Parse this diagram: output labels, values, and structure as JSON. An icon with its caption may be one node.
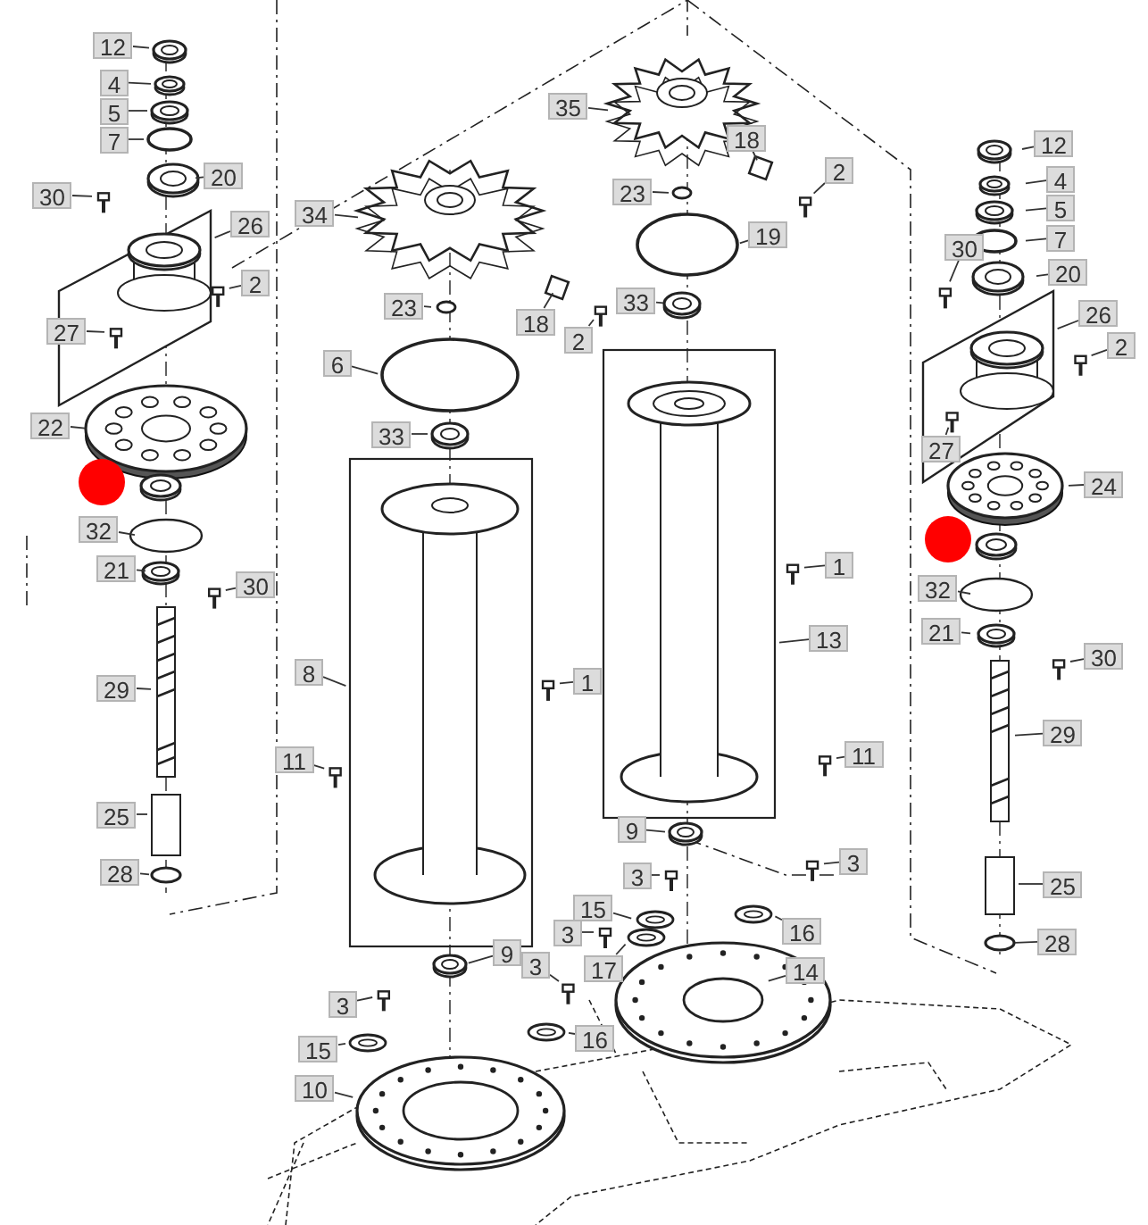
{
  "diagram": {
    "nodes": [
      {
        "text": [
          "12"
        ]
      },
      {
        "text": [
          "4"
        ]
      },
      {
        "text": [
          "5"
        ]
      },
      {
        "text": [
          "7"
        ]
      },
      {
        "text": [
          "30"
        ]
      },
      {
        "text": [
          "20"
        ]
      },
      {
        "text": [
          "26"
        ]
      },
      {
        "text": [
          "2"
        ]
      },
      {
        "text": [
          "27"
        ]
      },
      {
        "text": [
          "22"
        ]
      },
      {
        "text": [
          "32"
        ]
      },
      {
        "text": [
          "21"
        ]
      },
      {
        "text": [
          "30"
        ]
      },
      {
        "text": [
          "29"
        ]
      },
      {
        "text": [
          "25"
        ]
      },
      {
        "text": [
          "28"
        ]
      },
      {
        "text": [
          "35"
        ]
      },
      {
        "text": [
          "18"
        ]
      },
      {
        "text": [
          "2"
        ]
      },
      {
        "text": [
          "23"
        ]
      },
      {
        "text": [
          "19"
        ]
      },
      {
        "text": [
          "34"
        ]
      },
      {
        "text": [
          "23"
        ]
      },
      {
        "text": [
          "18"
        ]
      },
      {
        "text": [
          "2"
        ]
      },
      {
        "text": [
          "33"
        ]
      },
      {
        "text": [
          "6"
        ]
      },
      {
        "text": [
          "33"
        ]
      },
      {
        "text": [
          "1"
        ]
      },
      {
        "text": [
          "13"
        ]
      },
      {
        "text": [
          "8"
        ]
      },
      {
        "text": [
          "1"
        ]
      },
      {
        "text": [
          "11"
        ]
      },
      {
        "text": [
          "11"
        ]
      },
      {
        "text": [
          "9"
        ]
      },
      {
        "text": [
          "3"
        ]
      },
      {
        "text": [
          "3"
        ]
      },
      {
        "text": [
          "15"
        ]
      },
      {
        "text": [
          "3"
        ]
      },
      {
        "text": [
          "16"
        ]
      },
      {
        "text": [
          "3"
        ]
      },
      {
        "text": [
          "17"
        ]
      },
      {
        "text": [
          "14"
        ]
      },
      {
        "text": [
          "9"
        ]
      },
      {
        "text": [
          "3"
        ]
      },
      {
        "text": [
          "15"
        ]
      },
      {
        "text": [
          "16"
        ]
      },
      {
        "text": [
          "10"
        ]
      },
      {
        "text": [
          "12"
        ]
      },
      {
        "text": [
          "4"
        ]
      },
      {
        "text": [
          "5"
        ]
      },
      {
        "text": [
          "7"
        ]
      },
      {
        "text": [
          "30"
        ]
      },
      {
        "text": [
          "20"
        ]
      },
      {
        "text": [
          "26"
        ]
      },
      {
        "text": [
          "2"
        ]
      },
      {
        "text": [
          "27"
        ]
      },
      {
        "text": [
          "24"
        ]
      },
      {
        "text": [
          "32"
        ]
      },
      {
        "text": [
          "21"
        ]
      },
      {
        "text": [
          "30"
        ]
      },
      {
        "text": [
          "29"
        ]
      },
      {
        "text": [
          "25"
        ]
      },
      {
        "text": [
          "28"
        ]
      }
    ],
    "edges": [
      {
        "from": 0,
        "to": null,
        "arrow": "none"
      },
      {
        "from": 1,
        "to": null,
        "arrow": "none"
      },
      {
        "from": 2,
        "to": null,
        "arrow": "none"
      },
      {
        "from": 3,
        "to": null,
        "arrow": "none"
      },
      {
        "from": 4,
        "to": null,
        "arrow": "none"
      },
      {
        "from": 5,
        "to": null,
        "arrow": "none"
      },
      {
        "from": 6,
        "to": null,
        "arrow": "none"
      },
      {
        "from": 7,
        "to": null,
        "arrow": "none"
      },
      {
        "from": 8,
        "to": null,
        "arrow": "none"
      },
      {
        "from": 9,
        "to": null,
        "arrow": "none"
      },
      {
        "from": 10,
        "to": null,
        "arrow": "none"
      },
      {
        "from": 11,
        "to": null,
        "arrow": "none"
      },
      {
        "from": 12,
        "to": null,
        "arrow": "none"
      },
      {
        "from": 13,
        "to": null,
        "arrow": "none"
      },
      {
        "from": 14,
        "to": null,
        "arrow": "none"
      },
      {
        "from": 15,
        "to": null,
        "arrow": "none"
      },
      {
        "from": 16,
        "to": null,
        "arrow": "none"
      },
      {
        "from": 17,
        "to": null,
        "arrow": "none"
      },
      {
        "from": 18,
        "to": null,
        "arrow": "none"
      },
      {
        "from": 19,
        "to": null,
        "arrow": "none"
      },
      {
        "from": 20,
        "to": null,
        "arrow": "none"
      },
      {
        "from": 21,
        "to": null,
        "arrow": "none"
      },
      {
        "from": 22,
        "to": null,
        "arrow": "none"
      },
      {
        "from": 23,
        "to": null,
        "arrow": "none"
      },
      {
        "from": 24,
        "to": null,
        "arrow": "none"
      },
      {
        "from": 25,
        "to": null,
        "arrow": "none"
      },
      {
        "from": 26,
        "to": null,
        "arrow": "none"
      },
      {
        "from": 27,
        "to": null,
        "arrow": "none"
      },
      {
        "from": 28,
        "to": null,
        "arrow": "none"
      },
      {
        "from": 29,
        "to": null,
        "arrow": "none"
      },
      {
        "from": 30,
        "to": null,
        "arrow": "none"
      },
      {
        "from": 31,
        "to": null,
        "arrow": "none"
      },
      {
        "from": 32,
        "to": null,
        "arrow": "none"
      },
      {
        "from": 33,
        "to": null,
        "arrow": "none"
      },
      {
        "from": 34,
        "to": null,
        "arrow": "none"
      },
      {
        "from": 35,
        "to": null,
        "arrow": "none"
      },
      {
        "from": 36,
        "to": null,
        "arrow": "none"
      },
      {
        "from": 37,
        "to": null,
        "arrow": "none"
      },
      {
        "from": 38,
        "to": null,
        "arrow": "none"
      },
      {
        "from": 39,
        "to": null,
        "arrow": "none"
      },
      {
        "from": 40,
        "to": null,
        "arrow": "none"
      },
      {
        "from": 41,
        "to": null,
        "arrow": "none"
      },
      {
        "from": 42,
        "to": null,
        "arrow": "none"
      },
      {
        "from": 43,
        "to": null,
        "arrow": "none"
      },
      {
        "from": 44,
        "to": null,
        "arrow": "none"
      },
      {
        "from": 45,
        "to": null,
        "arrow": "none"
      },
      {
        "from": 46,
        "to": null,
        "arrow": "none"
      },
      {
        "from": 47,
        "to": null,
        "arrow": "none"
      },
      {
        "from": 48,
        "to": null,
        "arrow": "none"
      },
      {
        "from": 49,
        "to": null,
        "arrow": "none"
      },
      {
        "from": 50,
        "to": null,
        "arrow": "none"
      },
      {
        "from": 51,
        "to": null,
        "arrow": "none"
      },
      {
        "from": 52,
        "to": null,
        "arrow": "none"
      },
      {
        "from": 53,
        "to": null,
        "arrow": "none"
      },
      {
        "from": 54,
        "to": null,
        "arrow": "none"
      },
      {
        "from": 55,
        "to": null,
        "arrow": "none"
      },
      {
        "from": 56,
        "to": null,
        "arrow": "none"
      },
      {
        "from": 57,
        "to": null,
        "arrow": "none"
      },
      {
        "from": 58,
        "to": null,
        "arrow": "none"
      },
      {
        "from": 59,
        "to": null,
        "arrow": "none"
      },
      {
        "from": 60,
        "to": null,
        "arrow": "none"
      },
      {
        "from": 61,
        "to": null,
        "arrow": "none"
      },
      {
        "from": 62,
        "to": null,
        "arrow": "none"
      },
      {
        "from": 63,
        "to": null,
        "arrow": "none"
      }
    ]
  }
}
